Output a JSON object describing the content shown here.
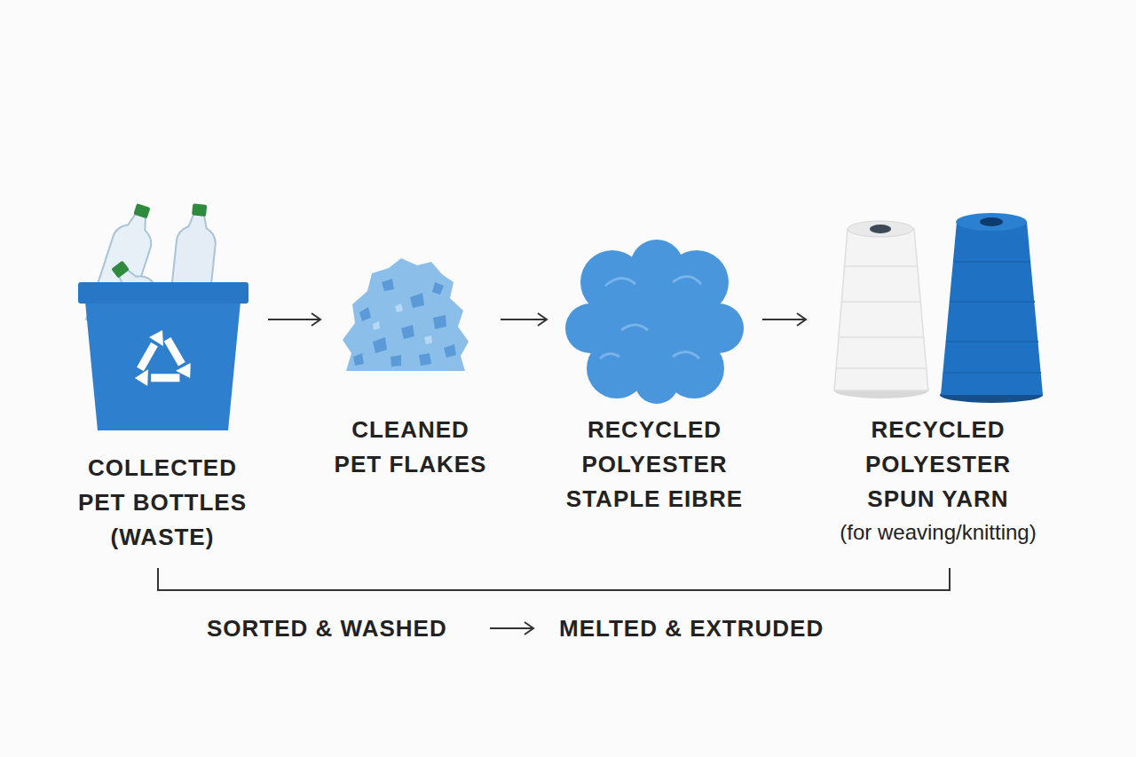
{
  "diagram": {
    "nodes": [
      {
        "text": [
          "COLLECTED PET BOTTLES (WASTE)"
        ]
      },
      {
        "text": [
          "CLEANED PET FLAKES"
        ]
      },
      {
        "text": [
          "RECYCLED POLYESTER STAPLE EIBRE"
        ]
      },
      {
        "text": [
          "RECYCLED POLYESTER SPUN YARN",
          "(for weaving/knitting)"
        ]
      }
    ],
    "edges": [
      {
        "from": 0,
        "to": 1,
        "arrow": "to"
      },
      {
        "from": 1,
        "to": 2,
        "arrow": "to"
      },
      {
        "from": 2,
        "to": 3,
        "arrow": "to"
      }
    ],
    "labels": [
      "SORTED & WASHED",
      "MELTED & EXTRUDED"
    ]
  }
}
